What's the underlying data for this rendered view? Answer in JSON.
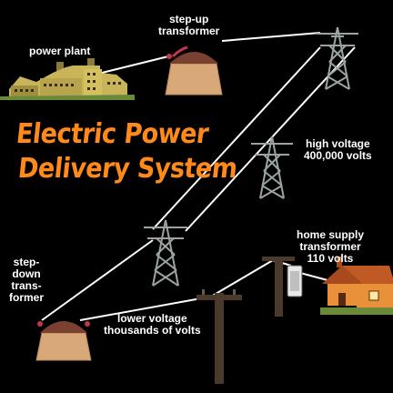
{
  "diagram": {
    "title_line1": "Electric Power",
    "title_line2": "Delivery System",
    "labels": {
      "power_plant": "power plant",
      "step_up_1": "step-up",
      "step_up_2": "transformer",
      "high_voltage_1": "high voltage",
      "high_voltage_2": "400,000 volts",
      "home_supply_1": "home supply",
      "home_supply_2": "transformer",
      "home_supply_3": "110 volts",
      "step_down_1": "step-",
      "step_down_2": "down",
      "step_down_3": "trans-",
      "step_down_4": "former",
      "lower_voltage_1": "lower voltage",
      "lower_voltage_2": "thousands of volts"
    },
    "colors": {
      "background": "#000000",
      "title": "#ff8a1a",
      "transformer_body": "#d8a878",
      "transformer_dome": "#7a4030",
      "wire": "#ffffff",
      "tower": "#9aa4a0",
      "pole": "#4a3a2c",
      "house_wall": "#e8903a",
      "house_roof": "#a84a1c",
      "plant": "#c8b45a"
    },
    "icons": [
      "power-plant-icon",
      "step-up-transformer-icon",
      "transmission-tower-icon",
      "step-down-transformer-icon",
      "utility-pole-icon",
      "house-icon"
    ]
  }
}
